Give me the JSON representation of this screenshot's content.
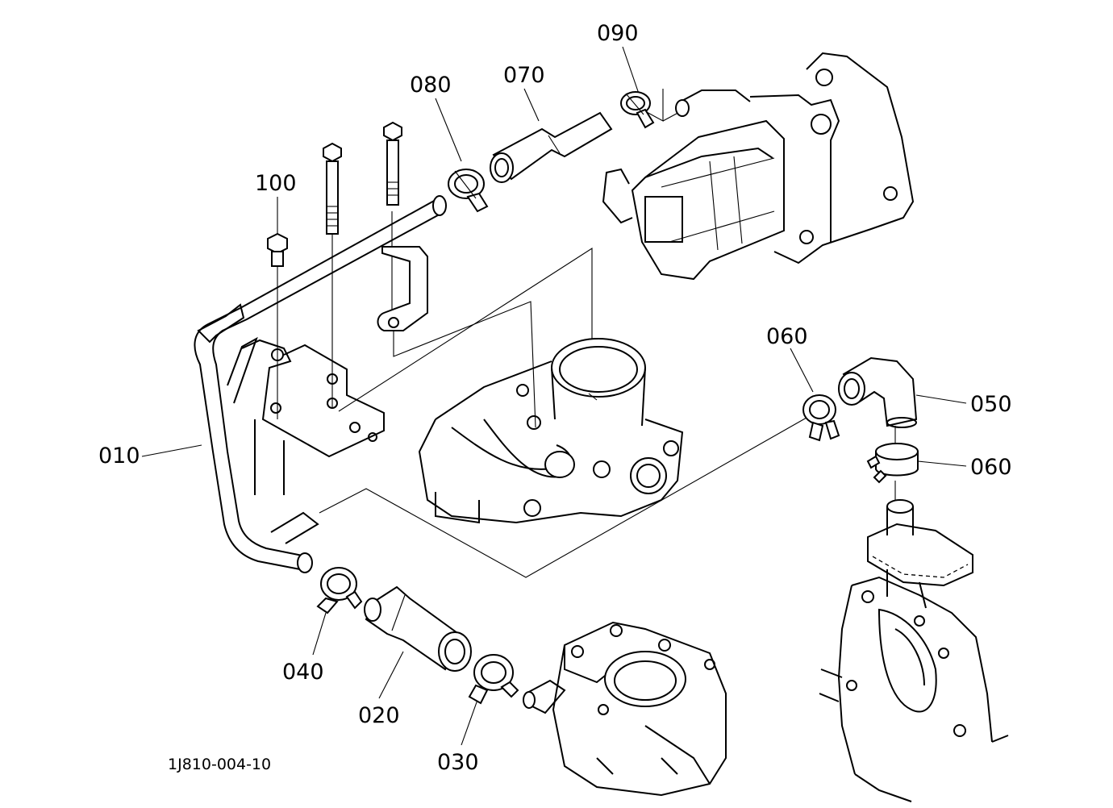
{
  "figure_ref": "1J810-004-10",
  "labels": {
    "p010": "010",
    "p020": "020",
    "p030": "030",
    "p040": "040",
    "p050": "050",
    "p060a": "060",
    "p060b": "060",
    "p070": "070",
    "p080": "080",
    "p090": "090",
    "p100": "100"
  }
}
